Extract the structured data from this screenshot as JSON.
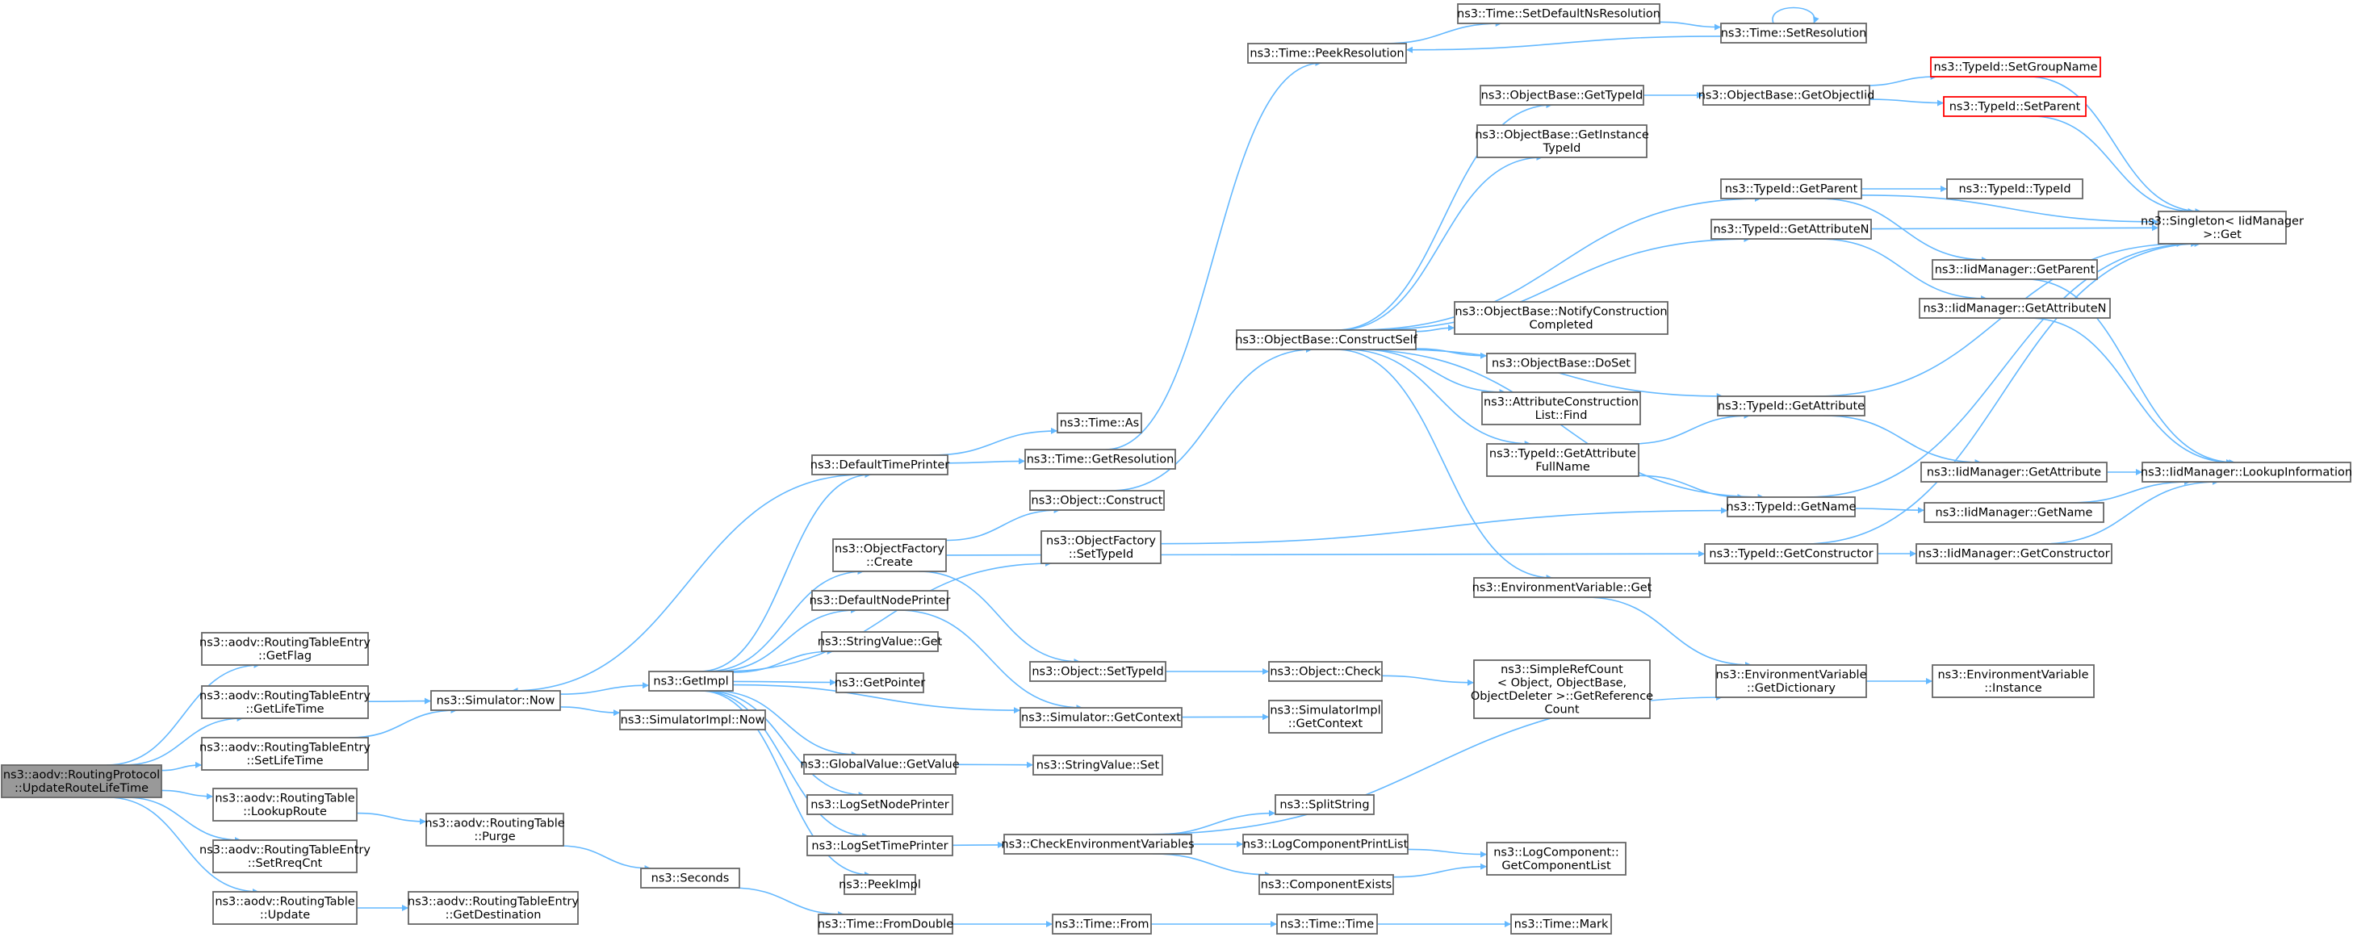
{
  "diagram": {
    "nodes": [
      {
        "id": "root",
        "lines": [
          "ns3::aodv::RoutingProtocol",
          "::UpdateRouteLifeTime"
        ],
        "style": "root"
      },
      {
        "id": "getflag",
        "lines": [
          "ns3::aodv::RoutingTableEntry",
          "::GetFlag"
        ]
      },
      {
        "id": "getlifetime",
        "lines": [
          "ns3::aodv::RoutingTableEntry",
          "::GetLifeTime"
        ]
      },
      {
        "id": "setlifetime",
        "lines": [
          "ns3::aodv::RoutingTableEntry",
          "::SetLifeTime"
        ]
      },
      {
        "id": "lookuproute",
        "lines": [
          "ns3::aodv::RoutingTable",
          "::LookupRoute"
        ]
      },
      {
        "id": "setrreqcnt",
        "lines": [
          "ns3::aodv::RoutingTableEntry",
          "::SetRreqCnt"
        ]
      },
      {
        "id": "update",
        "lines": [
          "ns3::aodv::RoutingTable",
          "::Update"
        ]
      },
      {
        "id": "now",
        "lines": [
          "ns3::Simulator::Now"
        ]
      },
      {
        "id": "purge",
        "lines": [
          "ns3::aodv::RoutingTable",
          "::Purge"
        ]
      },
      {
        "id": "getdestination",
        "lines": [
          "ns3::aodv::RoutingTableEntry",
          "::GetDestination"
        ]
      },
      {
        "id": "getimpl",
        "lines": [
          "ns3::GetImpl"
        ]
      },
      {
        "id": "simimplnow",
        "lines": [
          "ns3::SimulatorImpl::Now"
        ]
      },
      {
        "id": "seconds",
        "lines": [
          "ns3::Seconds"
        ]
      },
      {
        "id": "defaulttimeprinter",
        "lines": [
          "ns3::DefaultTimePrinter"
        ]
      },
      {
        "id": "objectfactorycreate",
        "lines": [
          "ns3::ObjectFactory",
          "::Create"
        ]
      },
      {
        "id": "defaultnodeprinter",
        "lines": [
          "ns3::DefaultNodePrinter"
        ]
      },
      {
        "id": "stringvalueget",
        "lines": [
          "ns3::StringValue::Get"
        ]
      },
      {
        "id": "getpointer",
        "lines": [
          "ns3::GetPointer"
        ]
      },
      {
        "id": "globalvaluegetvalue",
        "lines": [
          "ns3::GlobalValue::GetValue"
        ]
      },
      {
        "id": "logsetnodeprinter",
        "lines": [
          "ns3::LogSetNodePrinter"
        ]
      },
      {
        "id": "logsettimeprinter",
        "lines": [
          "ns3::LogSetTimePrinter"
        ]
      },
      {
        "id": "peekimpl",
        "lines": [
          "ns3::PeekImpl"
        ]
      },
      {
        "id": "timefromdouble",
        "lines": [
          "ns3::Time::FromDouble"
        ]
      },
      {
        "id": "timeas",
        "lines": [
          "ns3::Time::As"
        ]
      },
      {
        "id": "timegetresolution",
        "lines": [
          "ns3::Time::GetResolution"
        ]
      },
      {
        "id": "objectconstruct",
        "lines": [
          "ns3::Object::Construct"
        ]
      },
      {
        "id": "objectfactorysettypeid",
        "lines": [
          "ns3::ObjectFactory",
          "::SetTypeId"
        ]
      },
      {
        "id": "objectsettypeid",
        "lines": [
          "ns3::Object::SetTypeId"
        ]
      },
      {
        "id": "simgetcontext",
        "lines": [
          "ns3::Simulator::GetContext"
        ]
      },
      {
        "id": "stringvalueset",
        "lines": [
          "ns3::StringValue::Set"
        ]
      },
      {
        "id": "checkenv",
        "lines": [
          "ns3::CheckEnvironmentVariables"
        ]
      },
      {
        "id": "timefrom",
        "lines": [
          "ns3::Time::From"
        ]
      },
      {
        "id": "timepeekresolution",
        "lines": [
          "ns3::Time::PeekResolution"
        ]
      },
      {
        "id": "constructself",
        "lines": [
          "ns3::ObjectBase::ConstructSelf"
        ]
      },
      {
        "id": "objectcheck",
        "lines": [
          "ns3::Object::Check"
        ]
      },
      {
        "id": "simimplgetcontext",
        "lines": [
          "ns3::SimulatorImpl",
          "::GetContext"
        ]
      },
      {
        "id": "splitstring",
        "lines": [
          "ns3::SplitString"
        ]
      },
      {
        "id": "logcomponentprintlist",
        "lines": [
          "ns3::LogComponentPrintList"
        ]
      },
      {
        "id": "componentexists",
        "lines": [
          "ns3::ComponentExists"
        ]
      },
      {
        "id": "timetime",
        "lines": [
          "ns3::Time::Time"
        ]
      },
      {
        "id": "setdefaultnsres",
        "lines": [
          "ns3::Time::SetDefaultNsResolution"
        ]
      },
      {
        "id": "obgettypeid",
        "lines": [
          "ns3::ObjectBase::GetTypeId"
        ]
      },
      {
        "id": "obgetinstancetypeid",
        "lines": [
          "ns3::ObjectBase::GetInstance",
          "TypeId"
        ]
      },
      {
        "id": "notifyconstruction",
        "lines": [
          "ns3::ObjectBase::NotifyConstruction",
          "Completed"
        ]
      },
      {
        "id": "obdoset",
        "lines": [
          "ns3::ObjectBase::DoSet"
        ]
      },
      {
        "id": "attrconstructionfind",
        "lines": [
          "ns3::AttributeConstruction",
          "List::Find"
        ]
      },
      {
        "id": "tidgetattributefullname",
        "lines": [
          "ns3::TypeId::GetAttribute",
          "FullName"
        ]
      },
      {
        "id": "envget",
        "lines": [
          "ns3::EnvironmentVariable::Get"
        ]
      },
      {
        "id": "simplerefcount",
        "lines": [
          "ns3::SimpleRefCount",
          "< Object, ObjectBase,",
          "ObjectDeleter >::GetReference",
          "Count"
        ]
      },
      {
        "id": "logcompgetlist",
        "lines": [
          "ns3::LogComponent::",
          "GetComponentList"
        ]
      },
      {
        "id": "timemark",
        "lines": [
          "ns3::Time::Mark"
        ]
      },
      {
        "id": "timesetresolution",
        "lines": [
          "ns3::Time::SetResolution"
        ]
      },
      {
        "id": "obgetobjectiid",
        "lines": [
          "ns3::ObjectBase::GetObjectIid"
        ]
      },
      {
        "id": "tidgetparent",
        "lines": [
          "ns3::TypeId::GetParent"
        ]
      },
      {
        "id": "tidgetattributen",
        "lines": [
          "ns3::TypeId::GetAttributeN"
        ]
      },
      {
        "id": "tidgetattribute",
        "lines": [
          "ns3::TypeId::GetAttribute"
        ]
      },
      {
        "id": "tidgetname",
        "lines": [
          "ns3::TypeId::GetName"
        ]
      },
      {
        "id": "tidgetconstructor",
        "lines": [
          "ns3::TypeId::GetConstructor"
        ]
      },
      {
        "id": "envgetdictionary",
        "lines": [
          "ns3::EnvironmentVariable",
          "::GetDictionary"
        ]
      },
      {
        "id": "tidsetgroupname",
        "lines": [
          "ns3::TypeId::SetGroupName"
        ],
        "style": "red"
      },
      {
        "id": "tidsetparent",
        "lines": [
          "ns3::TypeId::SetParent"
        ],
        "style": "red"
      },
      {
        "id": "tidtypeid",
        "lines": [
          "ns3::TypeId::TypeId"
        ]
      },
      {
        "id": "iidgetparent",
        "lines": [
          "ns3::IidManager::GetParent"
        ]
      },
      {
        "id": "iidgetattributen",
        "lines": [
          "ns3::IidManager::GetAttributeN"
        ]
      },
      {
        "id": "iidgetattribute",
        "lines": [
          "ns3::IidManager::GetAttribute"
        ]
      },
      {
        "id": "iidgetname",
        "lines": [
          "ns3::IidManager::GetName"
        ]
      },
      {
        "id": "iidgetconstructor",
        "lines": [
          "ns3::IidManager::GetConstructor"
        ]
      },
      {
        "id": "envinstance",
        "lines": [
          "ns3::EnvironmentVariable",
          "::Instance"
        ]
      },
      {
        "id": "singletonget",
        "lines": [
          "ns3::Singleton< IidManager",
          ">::Get"
        ]
      },
      {
        "id": "iidlookup",
        "lines": [
          "ns3::IidManager::LookupInformation"
        ]
      }
    ],
    "edges": [
      [
        "root",
        "getflag"
      ],
      [
        "root",
        "getlifetime"
      ],
      [
        "root",
        "setlifetime"
      ],
      [
        "root",
        "lookuproute"
      ],
      [
        "root",
        "setrreqcnt"
      ],
      [
        "root",
        "update"
      ],
      [
        "getlifetime",
        "now"
      ],
      [
        "setlifetime",
        "now"
      ],
      [
        "lookuproute",
        "purge"
      ],
      [
        "update",
        "getdestination"
      ],
      [
        "purge",
        "seconds"
      ],
      [
        "now",
        "getimpl"
      ],
      [
        "now",
        "simimplnow"
      ],
      [
        "getimpl",
        "defaulttimeprinter"
      ],
      [
        "getimpl",
        "objectfactorycreate"
      ],
      [
        "getimpl",
        "defaultnodeprinter"
      ],
      [
        "getimpl",
        "stringvalueget"
      ],
      [
        "getimpl",
        "getpointer"
      ],
      [
        "getimpl",
        "globalvaluegetvalue"
      ],
      [
        "getimpl",
        "logsetnodeprinter"
      ],
      [
        "getimpl",
        "logsettimeprinter"
      ],
      [
        "getimpl",
        "peekimpl"
      ],
      [
        "getimpl",
        "objectfactorysettypeid"
      ],
      [
        "getimpl",
        "simgetcontext"
      ],
      [
        "seconds",
        "timefromdouble"
      ],
      [
        "defaulttimeprinter",
        "now"
      ],
      [
        "defaulttimeprinter",
        "timeas"
      ],
      [
        "defaulttimeprinter",
        "timegetresolution"
      ],
      [
        "objectfactorycreate",
        "objectconstruct"
      ],
      [
        "objectfactorycreate",
        "objectsettypeid"
      ],
      [
        "objectfactorycreate",
        "tidgetconstructor"
      ],
      [
        "defaultnodeprinter",
        "simgetcontext"
      ],
      [
        "globalvaluegetvalue",
        "stringvalueset"
      ],
      [
        "logsettimeprinter",
        "checkenv"
      ],
      [
        "timefromdouble",
        "timefrom"
      ],
      [
        "timegetresolution",
        "timepeekresolution"
      ],
      [
        "objectconstruct",
        "constructself"
      ],
      [
        "objectfactorysettypeid",
        "tidgetname"
      ],
      [
        "objectsettypeid",
        "objectcheck"
      ],
      [
        "simgetcontext",
        "simimplgetcontext"
      ],
      [
        "checkenv",
        "splitstring"
      ],
      [
        "checkenv",
        "logcomponentprintlist"
      ],
      [
        "checkenv",
        "componentexists"
      ],
      [
        "checkenv",
        "envgetdictionary"
      ],
      [
        "timefrom",
        "timetime"
      ],
      [
        "timepeekresolution",
        "setdefaultnsres"
      ],
      [
        "setdefaultnsres",
        "timesetresolution"
      ],
      [
        "timesetresolution",
        "timepeekresolution"
      ],
      [
        "timesetresolution",
        "timesetresolution"
      ],
      [
        "constructself",
        "obgettypeid"
      ],
      [
        "constructself",
        "obgetinstancetypeid"
      ],
      [
        "constructself",
        "tidgetparent"
      ],
      [
        "constructself",
        "tidgetattributen"
      ],
      [
        "constructself",
        "notifyconstruction"
      ],
      [
        "constructself",
        "obdoset"
      ],
      [
        "constructself",
        "attrconstructionfind"
      ],
      [
        "constructself",
        "tidgetattributefullname"
      ],
      [
        "constructself",
        "tidgetattribute"
      ],
      [
        "constructself",
        "tidgetname"
      ],
      [
        "constructself",
        "envget"
      ],
      [
        "objectcheck",
        "simplerefcount"
      ],
      [
        "logcomponentprintlist",
        "logcompgetlist"
      ],
      [
        "componentexists",
        "logcompgetlist"
      ],
      [
        "timetime",
        "timemark"
      ],
      [
        "obgettypeid",
        "obgetobjectiid"
      ],
      [
        "obgetobjectiid",
        "tidsetgroupname"
      ],
      [
        "obgetobjectiid",
        "tidsetparent"
      ],
      [
        "tidsetgroupname",
        "singletonget"
      ],
      [
        "tidsetparent",
        "singletonget"
      ],
      [
        "tidgetparent",
        "tidtypeid"
      ],
      [
        "tidgetparent",
        "singletonget"
      ],
      [
        "tidgetparent",
        "iidgetparent"
      ],
      [
        "tidgetattributen",
        "singletonget"
      ],
      [
        "tidgetattributen",
        "iidgetattributen"
      ],
      [
        "tidgetattributefullname",
        "tidgetattribute"
      ],
      [
        "tidgetattributefullname",
        "tidgetname"
      ],
      [
        "tidgetattribute",
        "singletonget"
      ],
      [
        "tidgetattribute",
        "iidgetattribute"
      ],
      [
        "tidgetname",
        "singletonget"
      ],
      [
        "tidgetname",
        "iidgetname"
      ],
      [
        "tidgetconstructor",
        "singletonget"
      ],
      [
        "tidgetconstructor",
        "iidgetconstructor"
      ],
      [
        "envget",
        "envgetdictionary"
      ],
      [
        "envgetdictionary",
        "envinstance"
      ],
      [
        "iidgetparent",
        "iidlookup"
      ],
      [
        "iidgetattributen",
        "iidlookup"
      ],
      [
        "iidgetattribute",
        "iidlookup"
      ],
      [
        "iidgetname",
        "iidlookup"
      ],
      [
        "iidgetconstructor",
        "iidlookup"
      ]
    ]
  },
  "colors": {
    "edge": "#63B8FF",
    "node_border": "#666666",
    "root_fill": "#999999",
    "highlight_border": "#FF0000"
  }
}
